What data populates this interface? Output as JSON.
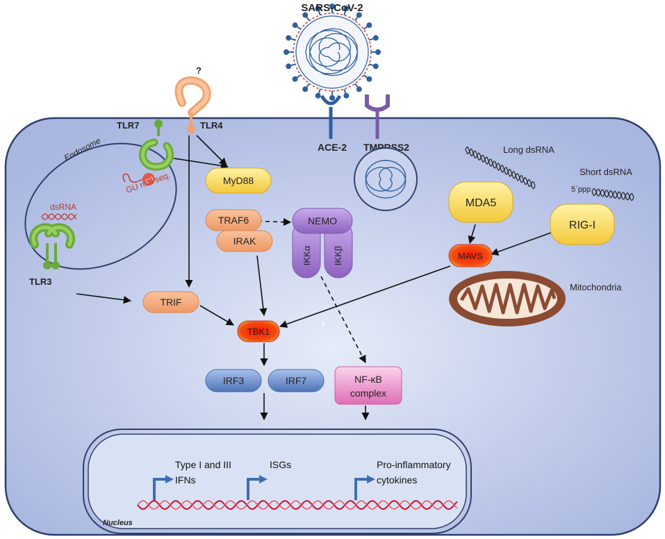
{
  "virus": {
    "name": "SARS-CoV-2"
  },
  "receptors": {
    "ace2": "ACE-2",
    "tmprss2": "TMPRSS2",
    "tlr4": "TLR4",
    "tlr4_question": "?",
    "tlr7": "TLR7",
    "tlr3": "TLR3"
  },
  "endosome": {
    "label": "Endosome",
    "gu_rich": "GU rich seq.",
    "gu_mark": "GU",
    "dsrna": "dsRNA"
  },
  "cytoplasm_rna": {
    "long_dsrna": "Long dsRNA",
    "short_dsrna": "Short dsRNA",
    "five_ppp": "5´ppp"
  },
  "proteins": {
    "myd88": "MyD88",
    "traf6": "TRAF6",
    "irak": "IRAK",
    "nemo": "NEMO",
    "ikka": "IKKα",
    "ikkb": "IKKβ",
    "trif": "TRIF",
    "tbk1": "TBK1",
    "irf3": "IRF3",
    "irf7": "IRF7",
    "nfkb_line1": "NF-κB",
    "nfkb_line2": "complex",
    "mda5": "MDA5",
    "rigi": "RIG-I",
    "mavs": "MAVS"
  },
  "organelles": {
    "mitochondria": "Mitochondria",
    "nucleus": "Nucleus",
    "section_mark": "§"
  },
  "genes": {
    "ifn_line1": "Type I and III",
    "ifn_line2": "IFNs",
    "isgs": "ISGs",
    "cyto_line1": "Pro-inflammatory",
    "cyto_line2": "cytokines"
  },
  "colors": {
    "cell_fill": "#c3cdeb",
    "cell_stroke": "#2f3f6b",
    "virus_blue": "#2f5f9e",
    "spike_red": "#c0392b",
    "tlr_green": "#6aaa3a",
    "tlr4_orange": "#f2a36c",
    "peach": "#f4ab7c",
    "yellow": "#f4d24a",
    "purple": "#9b72c9",
    "irf_blue": "#5b80c2",
    "nfkb_pink": "#e57fbc",
    "tbk_red": "#e8341c",
    "dna_red": "#c8102e",
    "mito_brown": "#8b4b33"
  }
}
